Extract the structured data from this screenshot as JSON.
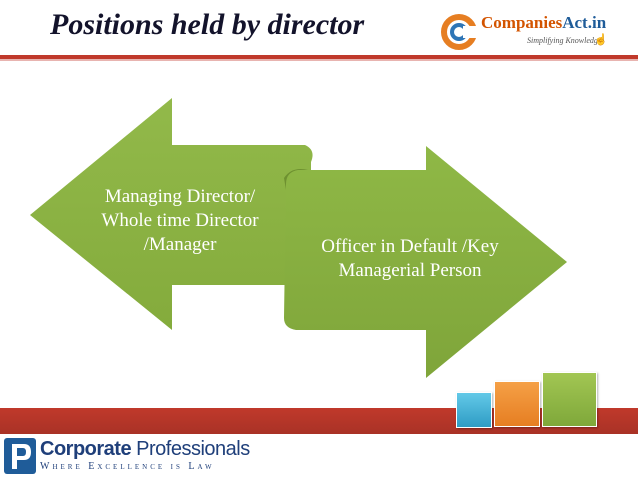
{
  "slide": {
    "title": "Positions held by director"
  },
  "logo_top": {
    "name_part1": "Companies",
    "name_part2": "Act.in",
    "tagline": "Simplifying Knowledge"
  },
  "diagram": {
    "left_arrow_text": "Managing Director/ Whole time Director /Manager",
    "right_arrow_text": "Officer in Default /Key Managerial Person"
  },
  "logo_bottom": {
    "name_part1": "Corporate",
    "name_part2": " Professionals",
    "tagline": "Where Excellence is Law"
  },
  "colors": {
    "accent_red": "#c0392b",
    "arrow_green": "#8db344",
    "title_text": "#13132b"
  }
}
